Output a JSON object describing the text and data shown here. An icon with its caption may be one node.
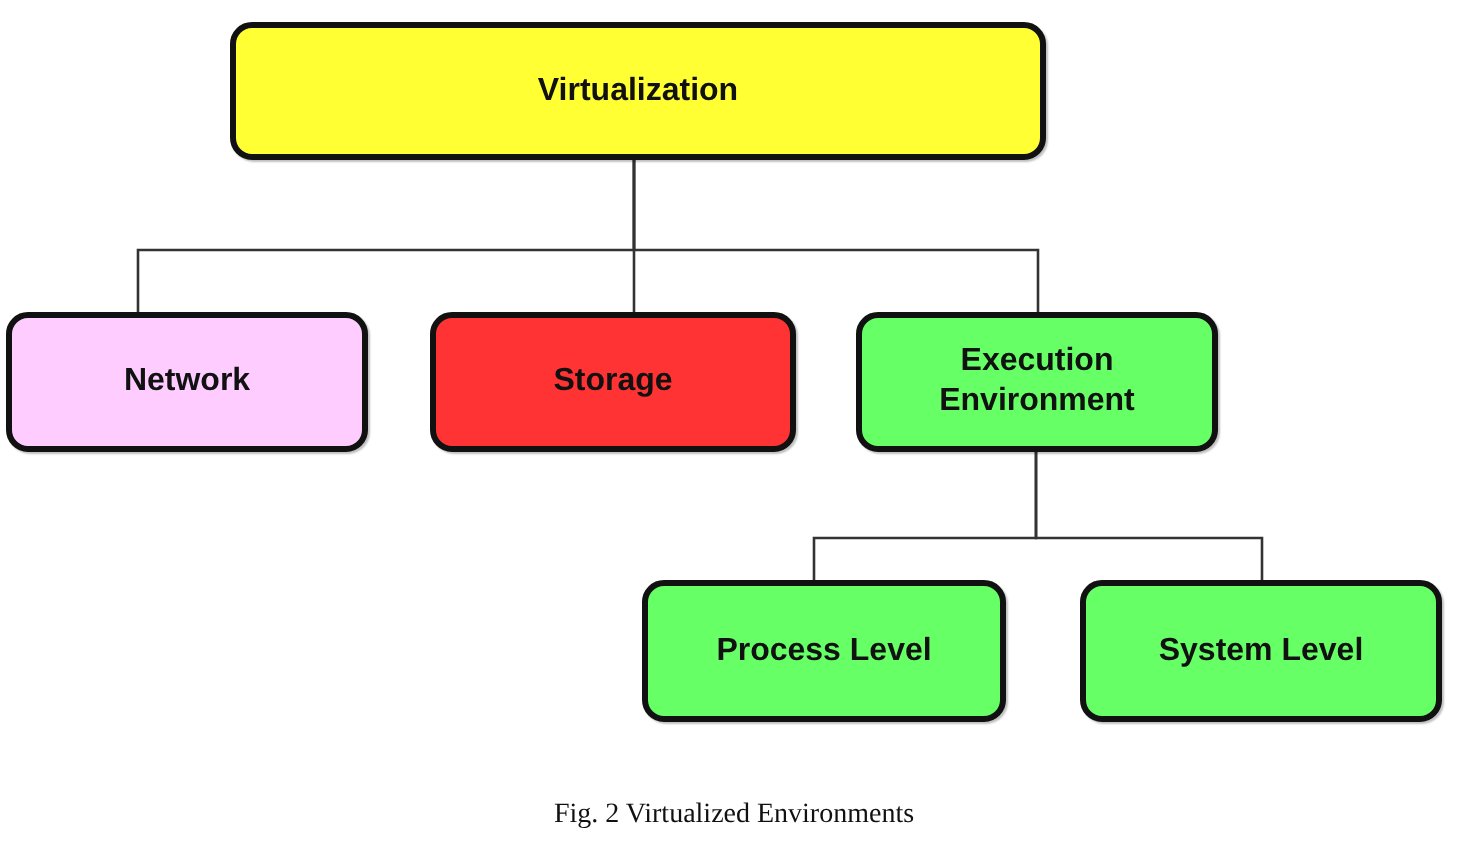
{
  "diagram": {
    "caption": "Fig. 2 Virtualized Environments",
    "nodes": [
      {
        "text": [
          "Virtualization"
        ]
      },
      {
        "text": [
          "Network"
        ]
      },
      {
        "text": [
          "Storage"
        ]
      },
      {
        "text": [
          "Execution Environment"
        ]
      },
      {
        "text": [
          "Process Level"
        ]
      },
      {
        "text": [
          "System Level"
        ]
      }
    ],
    "edges": [
      {
        "from": 0,
        "to": 1,
        "arrow": "none"
      },
      {
        "from": 0,
        "to": 2,
        "arrow": "none"
      },
      {
        "from": 0,
        "to": 3,
        "arrow": "none"
      },
      {
        "from": 3,
        "to": 4,
        "arrow": "none"
      },
      {
        "from": 3,
        "to": 5,
        "arrow": "none"
      }
    ]
  }
}
